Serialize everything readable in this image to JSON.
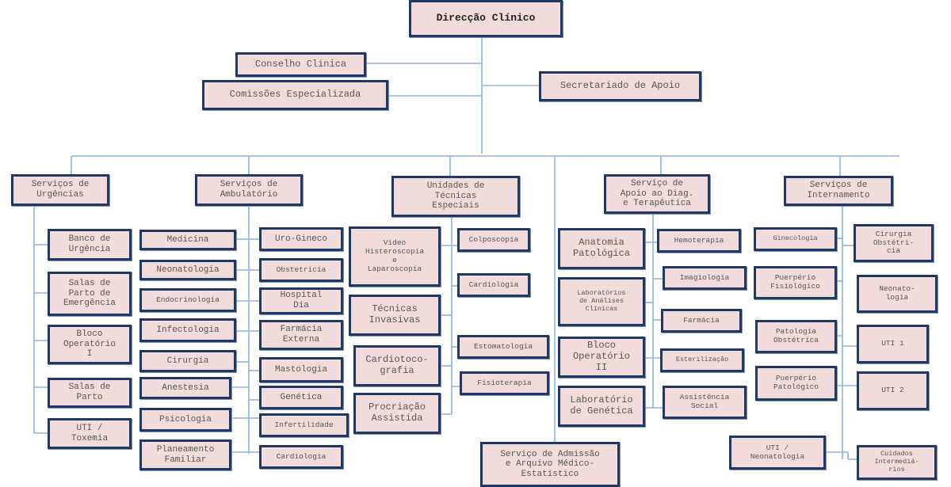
{
  "top": "Direcção Clínico",
  "advisory": {
    "conselho": "Conselho Clinica",
    "comissoes": "Comissões Especializada",
    "secretariado": "Secretariado de Apoio"
  },
  "departments": [
    {
      "title": "Serviços de\nUrgências",
      "units": [
        "Banco de\nUrgência",
        "Salas de\nParto de\nEmergência",
        "Bloco\nOperatório\nI",
        "Salas de\nParto",
        "UTI /\nToxemia"
      ]
    },
    {
      "title": "Serviços de\nAmbulatório",
      "left_units": [
        "Medicina",
        "Neonatologia",
        "Endocrinologia",
        "Infectologia",
        "Cirurgia",
        "Anestesia",
        "Psicologia",
        "Planeamento\nFamiliar"
      ],
      "right_units": [
        "Uro-Gineco",
        "Obstetricia",
        "Hospital\nDia",
        "Farmácia\nExterna",
        "Mastologia",
        "Genética",
        "Infertilidade",
        "Cardiologia"
      ]
    },
    {
      "title": "Unidades de\nTécnicas\nEspeciais",
      "left_units": [
        "Video\nHisteroscopia\ne\nLaparoscopia",
        "Técnicas\nInvasivas",
        "Cardiotoco-\ngrafia",
        "Procriação\nAssistida"
      ],
      "right_units": [
        "Colposcopia",
        "Cardiologia",
        "Estomatologia",
        "Fisioterapia"
      ]
    },
    {
      "title": "Serviço de\nApoio ao Diag.\ne Terapêutica",
      "left_units": [
        "Anatomia\nPatológica",
        "Laboratórios\nde Análises\nClínicas",
        "Bloco\nOperatório\nII",
        "Laboratório\nde Genética"
      ],
      "right_units": [
        "Hemoterapia",
        "Imagiologia",
        "Farmácia",
        "Esterilização",
        "Assistência\nSocial"
      ]
    },
    {
      "title": "Serviços de\nInternamento",
      "left_units": [
        "Ginecologia",
        "Puerpério\nFisiológico",
        "Patologia\nObstétrica",
        "Puerpério\nPatológico",
        "UTI /\nNeonatologia"
      ],
      "right_units": [
        "Cirurgia\nObstétri-\ncia",
        "Neonato-\nlogia",
        "UTI 1",
        "UTI 2",
        "Cuidados\nIntermediá-\nrios"
      ]
    }
  ],
  "admissao": "Serviço de Admissão\ne Arquivo Médico-\nEstatístico",
  "colors": {
    "box_fill": "#f2dcdb",
    "box_border": "#1f3864",
    "connector": "#8eb4e3"
  }
}
